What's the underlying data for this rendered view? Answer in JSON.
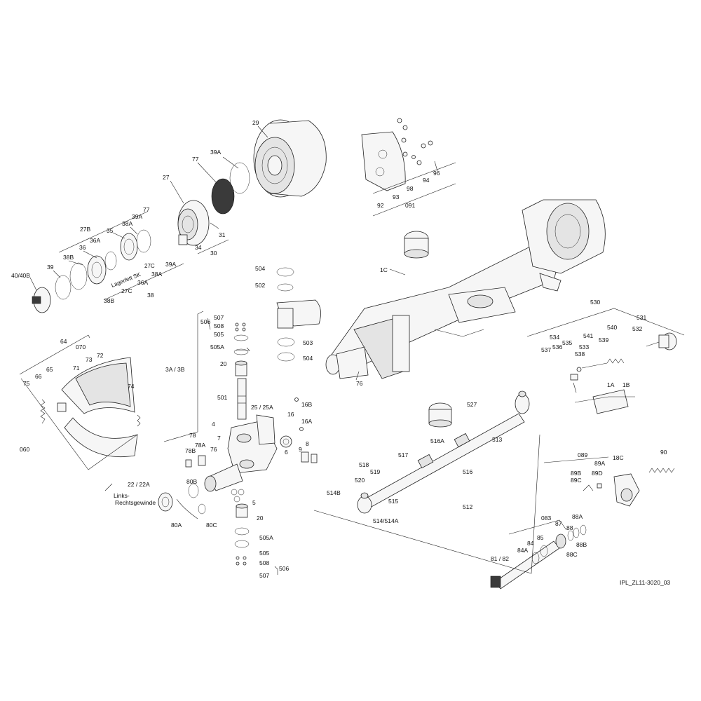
{
  "figure_ref": "IPL_ZL11-3020_03",
  "labels": {
    "l_29": "29",
    "l_39A_top": "39A",
    "l_77_top": "77",
    "l_27": "27",
    "l_77_mid": "77",
    "l_39A_mid": "39A",
    "l_38A_top": "38A",
    "l_27B": "27B",
    "l_35": "35",
    "l_36A": "36A",
    "l_36": "36",
    "l_38B_top": "38B",
    "l_39": "39",
    "l_40": "40/40B",
    "l_27C_a": "27C",
    "l_lagerfett": "Lagerfett SK",
    "l_39A_bot": "39A",
    "l_38A_bot": "38A",
    "l_36A_bot": "36A",
    "l_27C_b": "27C",
    "l_38B_bot": "38B",
    "l_38": "38",
    "l_31": "31",
    "l_34": "34",
    "l_30": "30",
    "l_92": "92",
    "l_93": "93",
    "l_98": "98",
    "l_091": "091",
    "l_94": "94",
    "l_96": "96",
    "l_504_top": "504",
    "l_502": "502",
    "l_1C": "1C",
    "l_503": "503",
    "l_504_bot": "504",
    "l_76_axle": "76",
    "l_530": "530",
    "l_534": "534",
    "l_535": "535",
    "l_537": "537",
    "l_536": "536",
    "l_541": "541",
    "l_533": "533",
    "l_538": "538",
    "l_540": "540",
    "l_539": "539",
    "l_531": "531",
    "l_532": "532",
    "l_1A": "1A",
    "l_1B": "1B",
    "l_64": "64",
    "l_070": "070",
    "l_65": "65",
    "l_71": "71",
    "l_73": "73",
    "l_72": "72",
    "l_66": "66",
    "l_75": "75",
    "l_74": "74",
    "l_060": "060",
    "l_3A3B": "3A / 3B",
    "l_506_top": "506",
    "l_507_top": "507",
    "l_508_top": "508",
    "l_505_top": "505",
    "l_505A_top": "505A",
    "l_20_top": "20",
    "l_501": "501",
    "l_2525A": "25 / 25A",
    "l_16B": "16B",
    "l_16": "16",
    "l_16A": "16A",
    "l_4": "4",
    "l_7": "7",
    "l_6": "6",
    "l_9": "9",
    "l_8": "8",
    "l_78": "78",
    "l_78B": "78B",
    "l_78A": "78A",
    "l_76": "76",
    "l_5": "5",
    "l_20_bot": "20",
    "l_505A_bot": "505A",
    "l_505_bot": "505",
    "l_508_bot": "508",
    "l_507_bot": "507",
    "l_506_bot": "506",
    "l_22": "22 / 22A",
    "l_links": "Links-",
    "l_rechts": "Rechtsgewinde",
    "l_80B": "80B",
    "l_80A": "80A",
    "l_80C": "80C",
    "l_527": "527",
    "l_516A": "516A",
    "l_513": "513",
    "l_517": "517",
    "l_516": "516",
    "l_518": "518",
    "l_519": "519",
    "l_520": "520",
    "l_514B": "514B",
    "l_515": "515",
    "l_514": "514/514A",
    "l_512": "512",
    "l_90": "90",
    "l_089": "089",
    "l_18C": "18C",
    "l_89A": "89A",
    "l_89B": "89B",
    "l_89C": "89C",
    "l_89D": "89D",
    "l_083": "083",
    "l_88A": "88A",
    "l_87": "87",
    "l_88": "88",
    "l_85": "85",
    "l_84": "84",
    "l_84A": "84A",
    "l_88C": "88C",
    "l_88B": "88B",
    "l_8182": "81 / 82"
  }
}
